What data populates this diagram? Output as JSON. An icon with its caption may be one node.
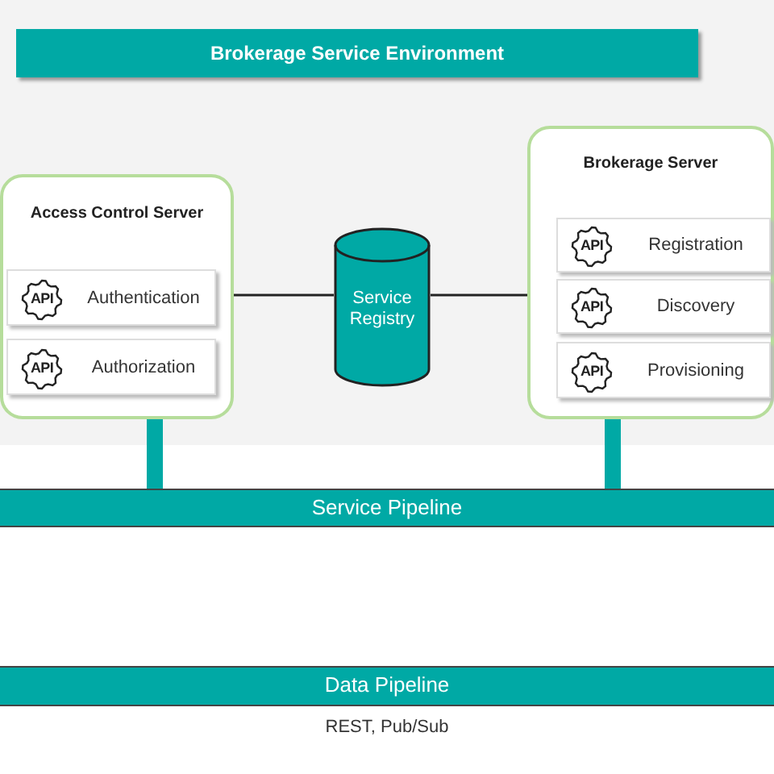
{
  "diagram": {
    "nodes": [
      {
        "text": [
          "Brokerage Service Environment"
        ]
      },
      {
        "text": [
          "Access Control Server"
        ],
        "in": 0
      },
      {
        "text": [
          "API",
          "Authentication"
        ],
        "in": 1
      },
      {
        "text": [
          "API",
          "Authorization"
        ],
        "in": 1
      },
      {
        "text": [
          "Service Registry"
        ],
        "in": 0
      },
      {
        "text": [
          "Brokerage Server"
        ],
        "in": 0
      },
      {
        "text": [
          "API",
          "Registration"
        ],
        "in": 5
      },
      {
        "text": [
          "API",
          "Discovery"
        ],
        "in": 5
      },
      {
        "text": [
          "API",
          "Provisioning"
        ],
        "in": 5
      },
      {
        "text": [
          "Service Pipeline"
        ]
      },
      {
        "text": [
          "Data Pipeline"
        ],
        "beside": [
          "REST, Pub/Sub"
        ]
      }
    ],
    "edges": [
      {
        "from": 1,
        "to": 4,
        "arrow": "none"
      },
      {
        "from": 4,
        "to": 5,
        "arrow": "none"
      },
      {
        "from": 1,
        "to": 9,
        "arrow": "none",
        "style": "thick",
        "color": "#00a9a5"
      },
      {
        "from": 5,
        "to": 9,
        "arrow": "none",
        "style": "thick",
        "color": "#00a9a5"
      }
    ]
  }
}
